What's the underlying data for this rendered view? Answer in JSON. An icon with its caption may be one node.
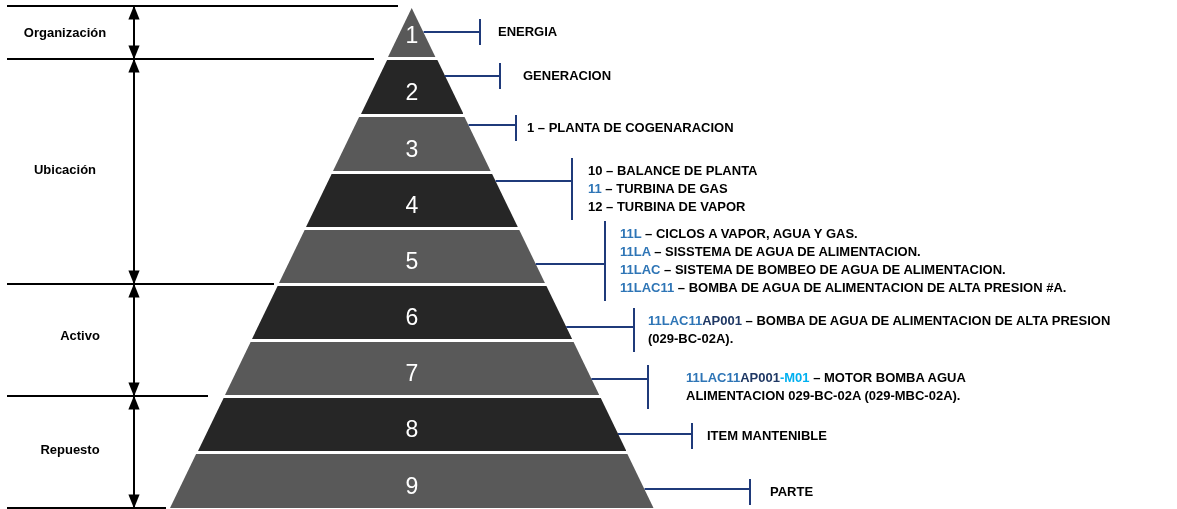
{
  "diagram": {
    "nodes": [
      {
        "text": [
          "1"
        ]
      },
      {
        "text": [
          "2"
        ]
      },
      {
        "text": [
          "3"
        ]
      },
      {
        "text": [
          "4"
        ]
      },
      {
        "text": [
          "5"
        ]
      },
      {
        "text": [
          "6"
        ]
      },
      {
        "text": [
          "7"
        ]
      },
      {
        "text": [
          "8"
        ]
      },
      {
        "text": [
          "9"
        ]
      },
      {
        "text": [
          "ENERGIA"
        ]
      },
      {
        "text": [
          "GENERACION"
        ]
      },
      {
        "text": [
          "1 – PLANTA DE COGENARACION"
        ]
      },
      {
        "text": [
          "10 – BALANCE DE PLANTA",
          "11 – TURBINA DE GAS",
          "12 – TURBINA DE VAPOR"
        ]
      },
      {
        "text": [
          "11L – CICLOS A VAPOR, AGUA Y GAS.",
          "11LA – SISSTEMA DE AGUA DE ALIMENTACION.",
          "11LAC – SISTEMA DE BOMBEO DE AGUA DE ALIMENTACION.",
          "11LAC11 – BOMBA DE AGUA DE ALIMENTACION DE ALTA PRESION #A."
        ]
      },
      {
        "text": [
          "11LAC11AP001 – BOMBA DE AGUA DE ALIMENTACION DE ALTA PRESION (029-BC-02A)."
        ]
      },
      {
        "text": [
          "11LAC11AP001-M01 – MOTOR BOMBA AGUA ALIMENTACION 029-BC-02A (029-MBC-02A)."
        ]
      },
      {
        "text": [
          "ITEM MANTENIBLE"
        ]
      },
      {
        "text": [
          "PARTE"
        ]
      }
    ],
    "edges": [
      {
        "from": 0,
        "to": 9,
        "arrow": "other"
      },
      {
        "from": 1,
        "to": 10,
        "arrow": "other"
      },
      {
        "from": 2,
        "to": 11,
        "arrow": "other"
      },
      {
        "from": 3,
        "to": 12,
        "arrow": "other"
      },
      {
        "from": 4,
        "to": 13,
        "arrow": "other"
      },
      {
        "from": 5,
        "to": 14,
        "arrow": "other"
      },
      {
        "from": 6,
        "to": 15,
        "arrow": "other"
      },
      {
        "from": 7,
        "to": 16,
        "arrow": "other"
      },
      {
        "from": 8,
        "to": 17,
        "arrow": "other"
      }
    ],
    "labels": [
      "Organización",
      "Ubicación",
      "Activo",
      "Repuesto"
    ]
  }
}
